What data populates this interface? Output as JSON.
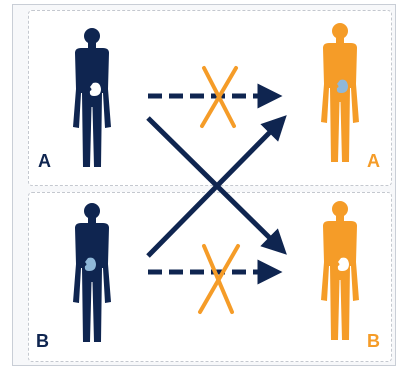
{
  "labels": {
    "donor_a": "A",
    "donor_b": "B",
    "recipient_a": "A",
    "recipient_b": "B"
  },
  "colors": {
    "navy": "#0f2550",
    "orange": "#f59c28",
    "kidney": "#8fb8d9",
    "panel_border": "#c4c8cf",
    "background": "#f7f8fa"
  },
  "icons": {
    "person": "person-silhouette-icon",
    "kidney": "kidney-icon",
    "cross": "cross-icon",
    "arrow": "arrow-right-icon"
  }
}
